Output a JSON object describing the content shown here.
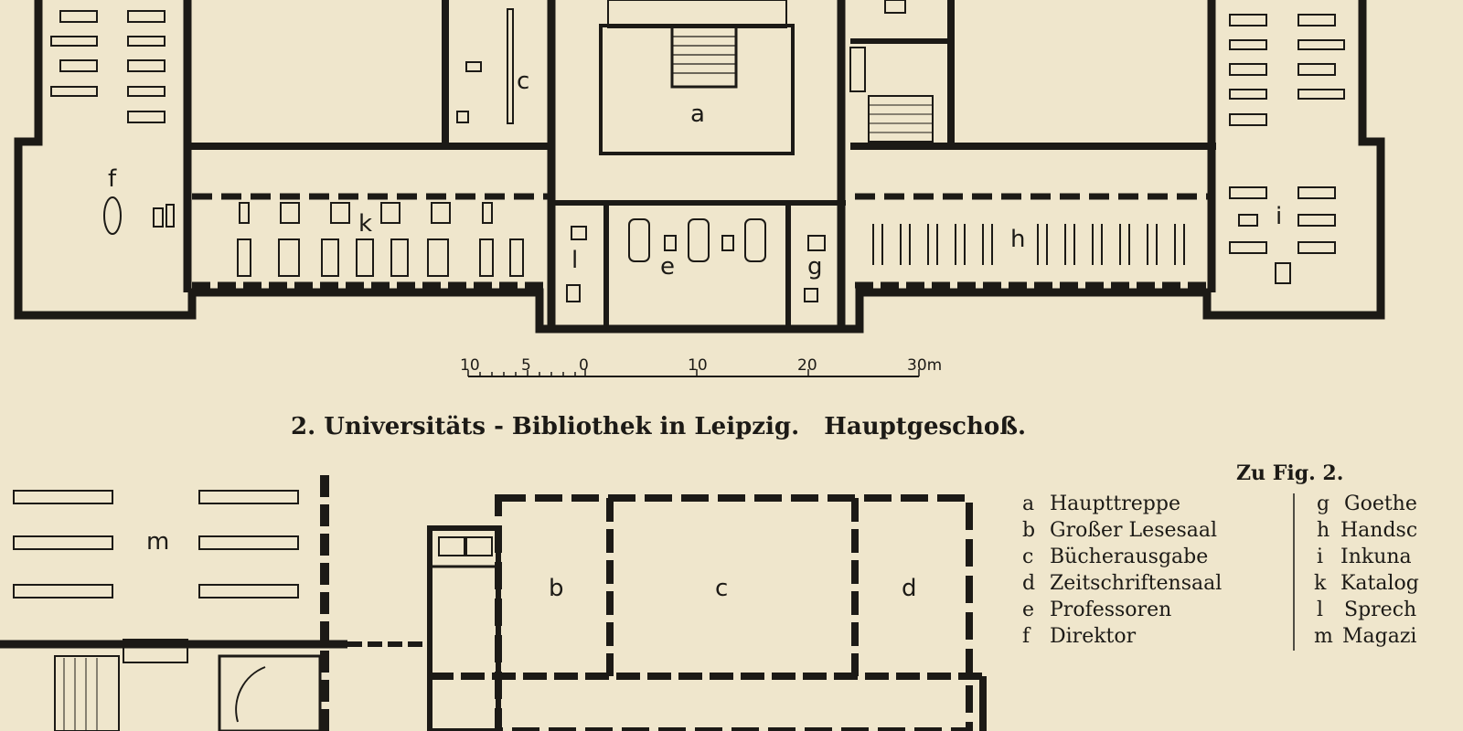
{
  "caption": "2. Universitäts - Bibliothek in Leipzig.   Hauptgeschoß.",
  "legend": {
    "title": "Zu Fig. 2.",
    "left": [
      {
        "key": "a",
        "text": "Haupttreppe"
      },
      {
        "key": "b",
        "text": "Großer Lesesaal"
      },
      {
        "key": "c",
        "text": "Bücherausgabe"
      },
      {
        "key": "d",
        "text": "Zeitschriftensaal"
      },
      {
        "key": "e",
        "text": "Professoren"
      },
      {
        "key": "f",
        "text": "Direktor"
      }
    ],
    "right": [
      {
        "key": "g",
        "text": "Goethe"
      },
      {
        "key": "h",
        "text": "Handsc"
      },
      {
        "key": "i",
        "text": "Inkuna"
      },
      {
        "key": "k",
        "text": "Katalog"
      },
      {
        "key": "l",
        "text": "Sprech"
      },
      {
        "key": "m",
        "text": "Magazi"
      }
    ]
  },
  "scale_bar": {
    "ticks": [
      "10",
      "5",
      "0",
      "10",
      "20",
      "30m"
    ]
  },
  "room_labels": {
    "top": [
      "a",
      "c",
      "f",
      "k",
      "l",
      "e",
      "g",
      "h",
      "i"
    ],
    "bottom": [
      "m",
      "b",
      "c",
      "d"
    ]
  },
  "colors": {
    "paper": "#efe6cc",
    "ink": "#1c1a16"
  }
}
